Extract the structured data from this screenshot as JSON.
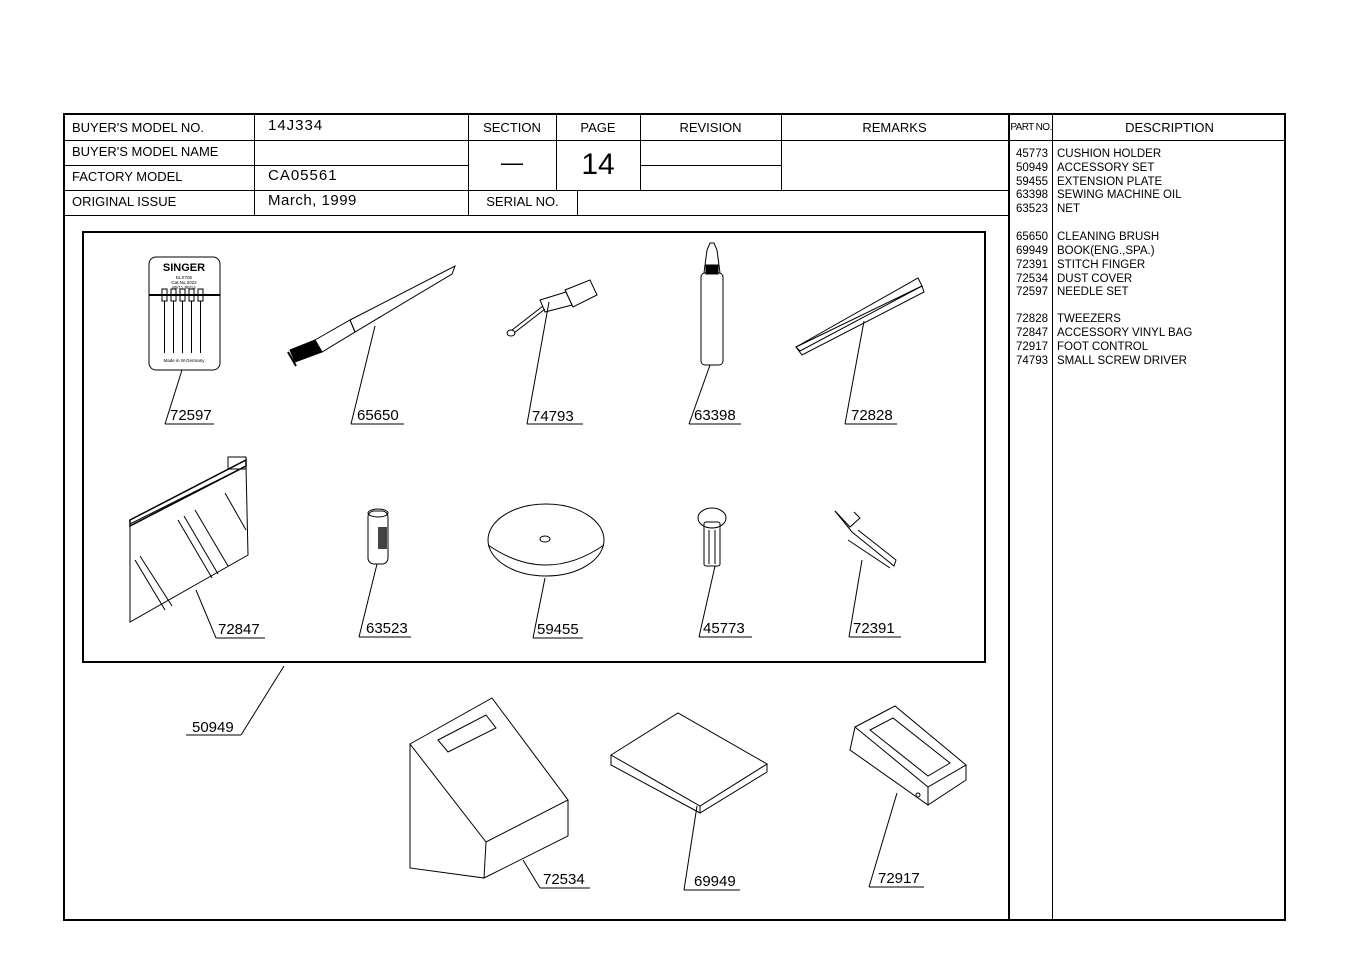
{
  "header": {
    "buyers_model_no_label": "BUYER'S  MODEL  NO.",
    "buyers_model_no_value": "14J334",
    "buyers_model_name_label": "BUYER'S  MODEL  NAME",
    "buyers_model_name_value": "",
    "factory_model_label": "FACTORY  MODEL",
    "factory_model_value": "CA05561",
    "original_issue_label": "ORIGINAL ISSUE",
    "original_issue_value": "March,  1999",
    "section_label": "SECTION",
    "section_value": "—",
    "page_label": "PAGE",
    "page_value": "14",
    "revision_label": "REVISION",
    "remarks_label": "REMARKS",
    "serial_no_label": "SERIAL NO.",
    "part_no_label": "PART NO.",
    "description_label": "DESCRIPTION"
  },
  "parts": [
    {
      "no": "45773",
      "desc": "CUSHION HOLDER"
    },
    {
      "no": "50949",
      "desc": "ACCESSORY SET"
    },
    {
      "no": "59455",
      "desc": "EXTENSION PLATE"
    },
    {
      "no": "63398",
      "desc": "SEWING MACHINE OIL"
    },
    {
      "no": "63523",
      "desc": "NET"
    },
    {
      "no": "65650",
      "desc": "CLEANING BRUSH"
    },
    {
      "no": "69949",
      "desc": "BOOK(ENG.,SPA.)"
    },
    {
      "no": "72391",
      "desc": "STITCH FINGER"
    },
    {
      "no": "72534",
      "desc": "DUST COVER"
    },
    {
      "no": "72597",
      "desc": "NEEDLE SET"
    },
    {
      "no": "72828",
      "desc": "TWEEZERS"
    },
    {
      "no": "72847",
      "desc": "ACCESSORY VINYL BAG"
    },
    {
      "no": "72917",
      "desc": "FOOT CONTROL"
    },
    {
      "no": "74793",
      "desc": "SMALL SCREW DRIVER"
    }
  ],
  "callouts": {
    "needle_set": "72597",
    "brush": "65650",
    "screwdriver": "74793",
    "oil": "63398",
    "tweezers": "72828",
    "vinyl_bag": "72847",
    "net": "63523",
    "plate": "59455",
    "cushion": "45773",
    "finger": "72391",
    "accessory_set": "50949",
    "dust_cover": "72534",
    "book": "69949",
    "foot_control": "72917"
  },
  "needle_pack": {
    "brand": "SINGER",
    "line1": "ELX705",
    "line2": "Cat.No.2022",
    "line3": "80/11   90/14",
    "footer": "Made in W.Germany"
  }
}
